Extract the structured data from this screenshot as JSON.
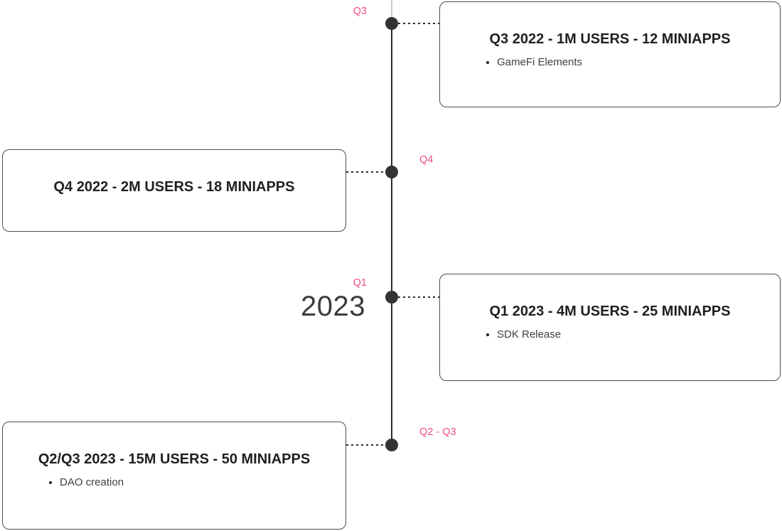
{
  "year_label": "2023",
  "colors": {
    "accent-pink": "#F04D80",
    "node-dark": "#333333",
    "axis-dark": "#2B2B2B",
    "axis-light": "#C9C9C9",
    "card-border": "#4D4D4D",
    "title-text": "#1F1F1F",
    "body-text": "#3F3F3F",
    "year-text": "#3C3C3C"
  },
  "events": [
    {
      "quarter_label": "Q3",
      "title": "Q3 2022 - 1M USERS - 12 MINIAPPS",
      "bullets": [
        "GameFi Elements"
      ],
      "side": "right"
    },
    {
      "quarter_label": "Q4",
      "title": "Q4 2022 - 2M USERS - 18 MINIAPPS",
      "bullets": [],
      "side": "left"
    },
    {
      "quarter_label": "Q1",
      "title": "Q1 2023 - 4M USERS - 25 MINIAPPS",
      "bullets": [
        "SDK Release"
      ],
      "side": "right"
    },
    {
      "quarter_label": "Q2 - Q3",
      "title": "Q2/Q3 2023 - 15M USERS - 50 MINIAPPS",
      "bullets": [
        "DAO creation"
      ],
      "side": "left"
    }
  ]
}
